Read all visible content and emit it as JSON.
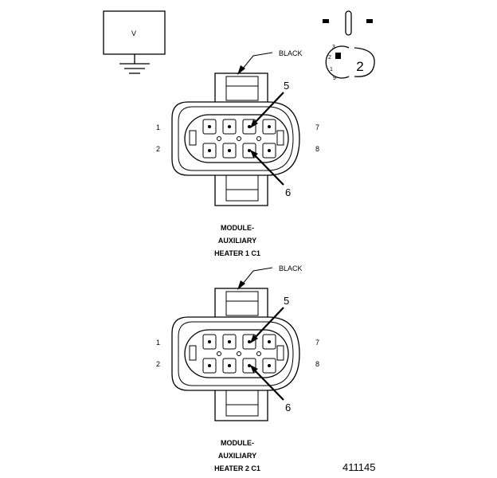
{
  "meter": {
    "label": "V"
  },
  "probe": {
    "label": "2",
    "pins": [
      "3",
      "2",
      "1",
      "9"
    ]
  },
  "connectors": [
    {
      "wire_color": "BLACK",
      "pin_left_top": "1",
      "pin_left_bottom": "2",
      "pin_right_top": "7",
      "pin_right_bottom": "8",
      "callout_top": "5",
      "callout_bottom": "6",
      "caption": [
        "MODULE-",
        "AUXILIARY",
        "HEATER 1 C1"
      ]
    },
    {
      "wire_color": "BLACK",
      "pin_left_top": "1",
      "pin_left_bottom": "2",
      "pin_right_top": "7",
      "pin_right_bottom": "8",
      "callout_top": "5",
      "callout_bottom": "6",
      "caption": [
        "MODULE-",
        "AUXILIARY",
        "HEATER 2 C1"
      ]
    }
  ],
  "figure_number": "411145"
}
